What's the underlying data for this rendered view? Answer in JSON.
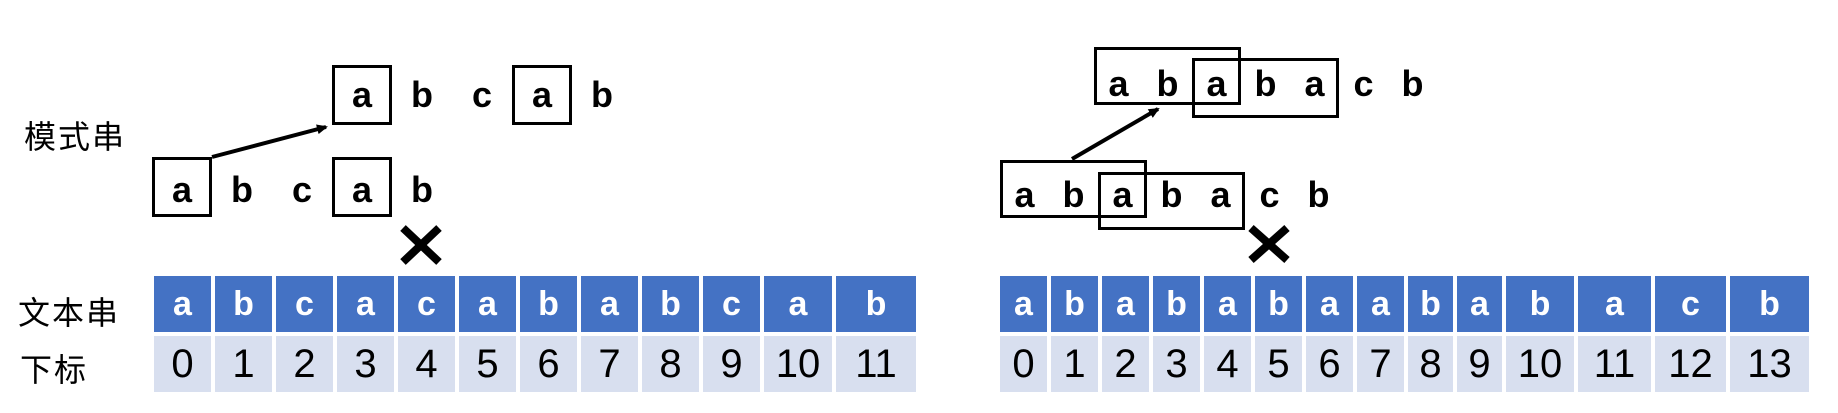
{
  "labels": {
    "pattern": "模式串",
    "text": "文本串",
    "index": "下标"
  },
  "colors": {
    "cell_blue": "#4472C4",
    "cell_light": "#D8DFEF",
    "letter_white": "#FFFFFF",
    "ink": "#000000"
  },
  "left": {
    "pattern_shifted": {
      "chars": [
        "a",
        "b",
        "c",
        "a",
        "b"
      ],
      "boxed_positions": [
        0,
        3
      ]
    },
    "pattern_original": {
      "chars": [
        "a",
        "b",
        "c",
        "a",
        "b"
      ],
      "boxed_positions": [
        0,
        3
      ]
    },
    "mismatch_mark": "✕",
    "text_row": [
      "a",
      "b",
      "c",
      "a",
      "c",
      "a",
      "b",
      "a",
      "b",
      "c",
      "a",
      "b"
    ],
    "index_row": [
      "0",
      "1",
      "2",
      "3",
      "4",
      "5",
      "6",
      "7",
      "8",
      "9",
      "10",
      "11"
    ]
  },
  "right": {
    "pattern_shifted": {
      "chars": [
        "a",
        "b",
        "a",
        "b",
        "a",
        "c",
        "b"
      ],
      "prefix_box": [
        0,
        2
      ],
      "suffix_box": [
        2,
        4
      ]
    },
    "pattern_original": {
      "chars": [
        "a",
        "b",
        "a",
        "b",
        "a",
        "c",
        "b"
      ],
      "prefix_box": [
        0,
        2
      ],
      "suffix_box": [
        2,
        4
      ]
    },
    "mismatch_mark": "✕",
    "text_row": [
      "a",
      "b",
      "a",
      "b",
      "a",
      "b",
      "a",
      "a",
      "b",
      "a",
      "b",
      "a",
      "c",
      "b"
    ],
    "index_row": [
      "0",
      "1",
      "2",
      "3",
      "4",
      "5",
      "6",
      "7",
      "8",
      "9",
      "10",
      "11",
      "12",
      "13"
    ]
  }
}
